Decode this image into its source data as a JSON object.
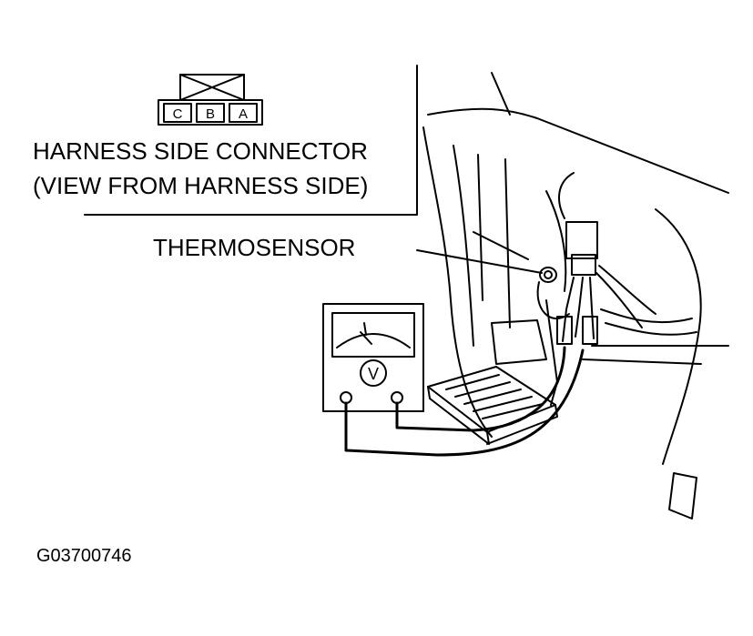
{
  "connector": {
    "pins": [
      "C",
      "B",
      "A"
    ],
    "caption_line1": "HARNESS SIDE CONNECTOR",
    "caption_line2": "(VIEW FROM HARNESS SIDE)"
  },
  "callout": {
    "thermosensor": "THERMOSENSOR"
  },
  "meter": {
    "symbol": "V"
  },
  "figure_id": "G03700746"
}
